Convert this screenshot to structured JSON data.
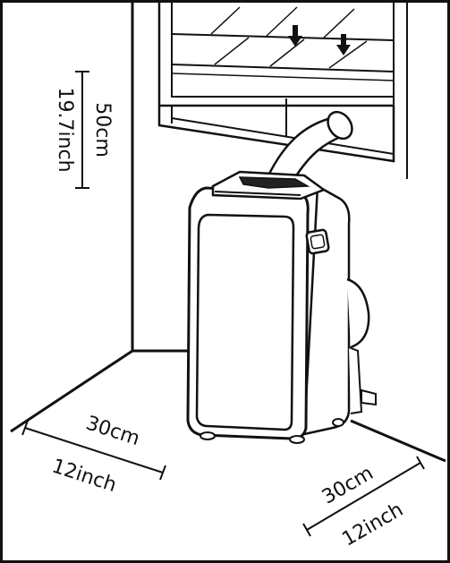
{
  "dimensions": {
    "vertical_cm": "50cm",
    "vertical_inch": "19.7inch",
    "left_cm": "30cm",
    "left_inch": "12inch",
    "right_cm": "30cm",
    "right_inch": "12inch"
  },
  "colors": {
    "stroke": "#111111",
    "background": "#ffffff",
    "screen_dark": "#222222"
  },
  "icons": {
    "down_arrows": "down-arrow-icon"
  }
}
